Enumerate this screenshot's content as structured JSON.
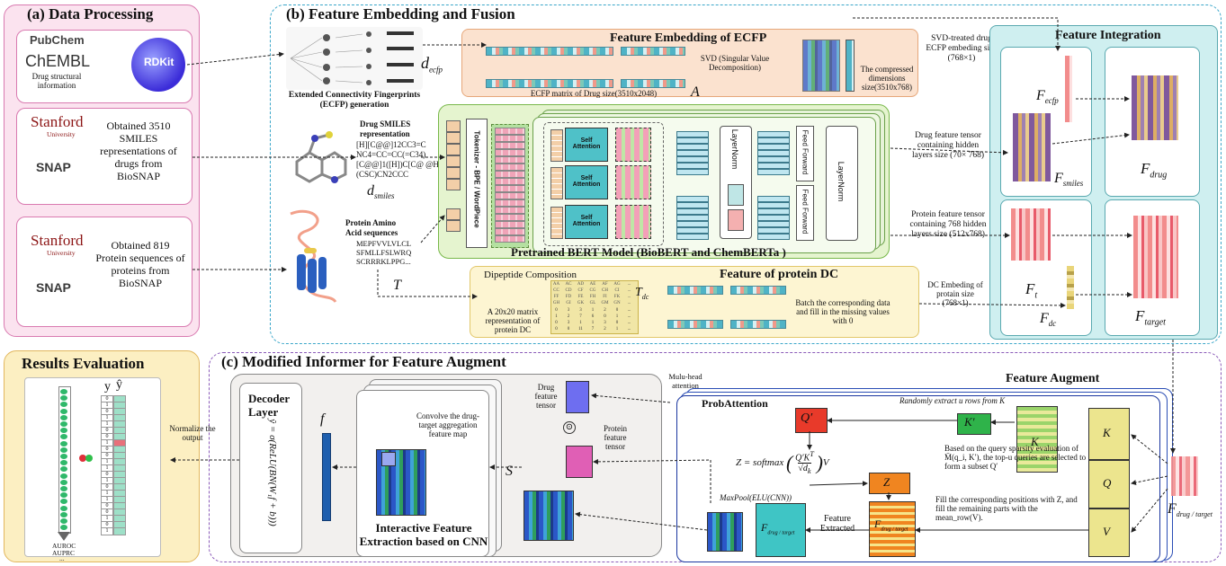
{
  "panels": {
    "a_title": "(a) Data Processing",
    "b_title": "(b) Feature Embedding and Fusion",
    "c_title": "(c) Modified Informer for Feature Augment",
    "results_title": "Results Evaluation"
  },
  "a": {
    "pubchem": "PubChem",
    "chembl": "ChEMBL",
    "drug_info": "Drug structural information",
    "rdkit": "RDKit",
    "stanford": "Stanford",
    "university": "University",
    "snap": "SNAP",
    "smiles_text": "Obtained 3510 SMILES representations of drugs from BioSNAP",
    "protein_text": "Obtained 819 Protein sequences of proteins from BioSNAP"
  },
  "b": {
    "ecfp_gen": "Extended Connectivity Fingerprints (ECFP) generation",
    "d_ecfp": "d",
    "d_ecfp_sub": "ecfp",
    "ecfp_embed_title": "Feature Embedding of ECFP",
    "svd": "SVD (Singular Value Decomposition)",
    "ecfp_matrix": "ECFP matrix of Drug size(3510x2048)",
    "A": "A",
    "compressed": "The compressed dimensions size(3510x768)",
    "svd_treated": "SVD-treated drug ECFP embeding size (768×1)",
    "smiles_title": "Drug SMILES representation",
    "smiles_seq": "[H][C@@]12CC3=C NC4=CC=CC(=C34) [C@@]1([H])C[C@ @H](CSC)CN2CCC",
    "d_smiles": "d",
    "d_smiles_sub": "smiles",
    "tokenizer": "Tokenizer - BPE / WordPiece",
    "self_attention": "Self Attention",
    "layernorm": "LayerNorm",
    "feed_forward": "Feed Forward",
    "bert_title": "Pretrained BERT Model (BioBERT and ChemBERTa )",
    "protein_title": "Protein Amino Acid sequences",
    "protein_seq": "MEPFVVLVLCL SFMLLFSLWRQ SCRRRKLPPG...",
    "T": "T",
    "drug_tensor": "Drug feature tensor containing hidden layers size (70× 768)",
    "protein_tensor": "Protein feature tensor containing 768 hidden layers size (512x768)",
    "dipeptide": "Dipeptide Composition",
    "dc_title": "Feature of protein DC",
    "dc_matrix_text": "A 20x20 matrix representation of protein DC",
    "T_dc": "T",
    "T_dc_sub": "dc",
    "batch_text": "Batch the corresponding data and fill in the missing values with 0",
    "dc_embed": "DC Embeding of protain size (768×1)",
    "dc_headers": [
      "AA",
      "AC",
      "AD",
      "AE",
      "AF",
      "AG",
      "...",
      "CC",
      "CD",
      "CF",
      "CG",
      "CH",
      "CI",
      "...",
      "FF",
      "FD",
      "FE",
      "FH",
      "FI",
      "FK",
      "...",
      "GH",
      "GI",
      "GK",
      "GL",
      "GM",
      "GN",
      "..."
    ],
    "dc_values": [
      "0",
      "3",
      "3",
      "1",
      "2",
      "0",
      "...",
      "1",
      "2",
      "7",
      "6",
      "0",
      "1",
      "...",
      "0",
      "3",
      "1",
      "1",
      "3",
      "0",
      "...",
      "0",
      "0",
      "11",
      "7",
      "2",
      "1",
      "..."
    ]
  },
  "integration": {
    "title": "Feature Integration",
    "F": "F",
    "ecfp_sub": "ecfp",
    "smiles_sub": "smiles",
    "drug_sub": "drug",
    "t_sub": "t",
    "dc_sub": "dc",
    "target_sub": "target",
    "drug_target_sub": "drug / target"
  },
  "c": {
    "multihead": "Mulu-head attention",
    "prob_attention": "ProbAttention",
    "feature_augment": "Feature Augment",
    "random_extract": "Randomly extract u rows from K",
    "K_prime": "K′",
    "K": "K",
    "Q": "Q",
    "V": "V",
    "Q_prime": "Q′",
    "Z": "Z",
    "softmax": "Z = softmax",
    "sparsity": "Based on the query sparsity evaluation of M̄(q_i, K′), the top-u queries are selected to form a subset Q′",
    "fill_z": "Fill the corresponding positions with Z, and fill the remaining parts with the mean_row(V).",
    "maxpool": "MaxPool(ELU(CNN))",
    "feature_extracted": "Feature Extracted",
    "F_out": "F",
    "drug_tensor_lbl": "Drug feature tensor",
    "protein_tensor_lbl": "Protein feature tensor",
    "S": "S",
    "convolve_text": "Convolve the drug-target aggregation feature map",
    "interactive_title": "Interactive Feature Extraction based on CNN",
    "f": "f",
    "decoder_title": "Decoder Layer",
    "decoder_formula": "ŷ = σ(ReLU(BN(W₁f + b)))",
    "normalize": "Normalize the output"
  },
  "results": {
    "y": "y",
    "y_hat": "ŷ",
    "y_values": [
      "0",
      "1",
      "0",
      "1",
      "1",
      "0",
      "0",
      "1",
      "0",
      "0",
      "1",
      "1",
      "0",
      "1",
      "0",
      "1",
      "1",
      "0",
      "0",
      "1",
      "0",
      "1"
    ],
    "auroc": "AUROC",
    "auprc": "AUPRC",
    "dots": "..."
  },
  "colors": {
    "panel_a": "#fbe3ef",
    "panel_a_border": "#d97ab0",
    "panel_b_border": "#3aa6c9",
    "integration_bg": "#cfeff0",
    "results_bg": "#fcefc2",
    "ecfp_bg": "#fbe2cf",
    "bert_bg": "#e5f4cf",
    "dc_bg": "#fdf5d2",
    "augment_bg": "#ffffff",
    "q_prime": "#e83a2a",
    "z_box": "#f08520",
    "kqv": "#ece58e",
    "f_out": "#3fc5c5",
    "drug_tensor": "#6e6ef0",
    "protein_tensor": "#e05fb5",
    "k_prime": "#2fb34a"
  }
}
